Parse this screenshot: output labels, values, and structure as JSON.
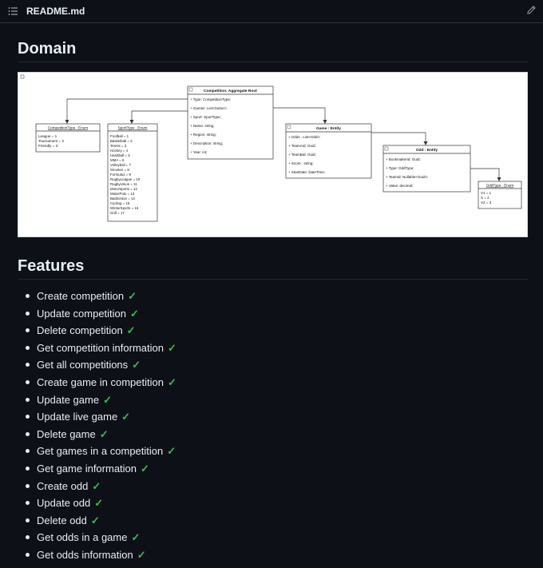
{
  "header": {
    "file_name": "README.md"
  },
  "sections": {
    "domain_title": "Domain",
    "features_title": "Features"
  },
  "diagram": {
    "competition_type": {
      "title": "CompetitionType : Enum",
      "lines": [
        "League = 1",
        "Tournament = 2",
        "Friendly = 3"
      ]
    },
    "sport_type": {
      "title": "SportType : Enum",
      "lines": [
        "Football = 1",
        "Basketball = 2",
        "Tennis = 3",
        "Hockey = 4",
        "Handball = 5",
        "MMA = 6",
        "Volleyball = 7",
        "Snooker = 8",
        "Formula1 = 9",
        "RugbyLeague = 10",
        "RugbyUnion = 11",
        "MotorSports = 12",
        "WaterPolo = 13",
        "Badminton = 14",
        "Cycling = 15",
        "WinterSports = 16",
        "Golf = 17"
      ]
    },
    "competition": {
      "title": "Competition: Aggregate Root",
      "lines": [
        "+ Type: CompetitionType;",
        "+ Games: List<Game>;",
        "+ Sport: SportType;",
        "+ Name: string;",
        "+ Region: string;",
        "+ Description: string;",
        "+ Year: int;"
      ]
    },
    "game": {
      "title": "Game : Entity",
      "lines": [
        "+ Odds : List<Odd>;",
        "+ TeamAId: Guid;",
        "+ TeamBId: Guid;",
        "+ Score : string;",
        "+ StartDate: DateTime;"
      ]
    },
    "odd": {
      "title": "Odd : Entity",
      "lines": [
        "+ BookmakerId: Guid;",
        "+ Type: OddType;",
        "+ TeamId: Nullable<Guid>;",
        "+ Value: decimal;"
      ]
    },
    "odd_type": {
      "title": "OddType : Enum",
      "lines": [
        "V1 = 1",
        "X = 2",
        "V2 = 3"
      ]
    }
  },
  "features": [
    "Create competition",
    "Update competition",
    "Delete competition",
    "Get competition information",
    "Get all competitions",
    "Create game in competition",
    "Update game",
    "Update live game",
    "Delete game",
    "Get games in a competition",
    "Get game information",
    "Create odd",
    "Update odd",
    "Delete odd",
    "Get odds in a game",
    "Get odds information"
  ],
  "check_mark": "✓",
  "colors": {
    "background": "#0d1117",
    "text": "#e6edf3",
    "check": "#3fb950",
    "border": "#30363d"
  }
}
